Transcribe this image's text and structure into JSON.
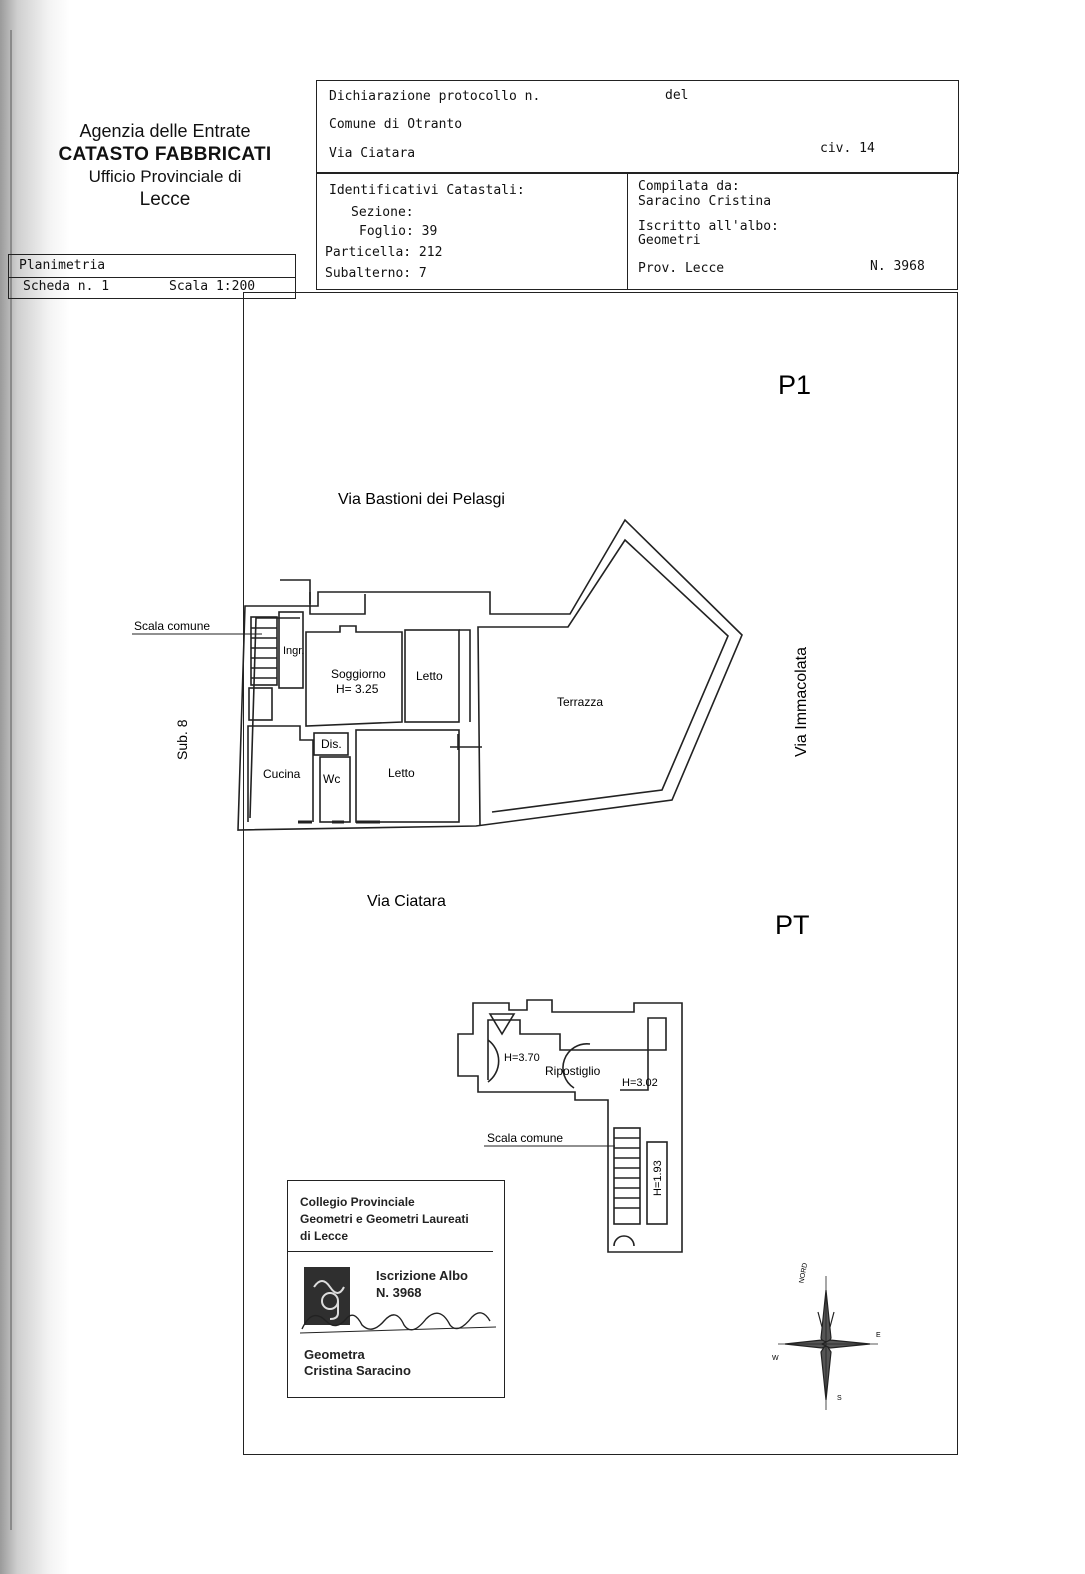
{
  "agency": {
    "line1": "Agenzia delle Entrate",
    "line2": "CATASTO FABBRICATI",
    "line3": "Ufficio Provinciale di",
    "line4": "Lecce"
  },
  "sheet": {
    "planimetria": "Planimetria",
    "scheda": "Scheda n. 1",
    "scala": "Scala 1:200"
  },
  "header": {
    "dichiarazione": "Dichiarazione protocollo n.",
    "del": "del",
    "comune": "Comune di Otranto",
    "via": "Via Ciatara",
    "civ": "civ. 14"
  },
  "identificativi": {
    "title": "Identificativi Catastali:",
    "sezione": "Sezione:",
    "foglio": "Foglio: 39",
    "particella": "Particella: 212",
    "subalterno": "Subalterno: 7"
  },
  "compilata": {
    "title": "Compilata da:",
    "name": "Saracino Cristina",
    "iscritto": "Iscritto all'albo:",
    "albo": "Geometri",
    "prov": "Prov. Lecce",
    "numero": "N. 3968"
  },
  "plan": {
    "p1": "P1",
    "pt": "PT",
    "street_top": "Via Bastioni dei Pelasgi",
    "street_bottom": "Via Ciatara",
    "street_right": "Via Immacolata",
    "sub": "Sub. 8",
    "scala_comune": "Scala comune",
    "ingr": "Ingr.",
    "soggiorno": "Soggiorno",
    "h_soggiorno": "H= 3.25",
    "letto": "Letto",
    "terrazza": "Terrazza",
    "dis": "Dis.",
    "cucina": "Cucina",
    "wc": "Wc",
    "letto2": "Letto",
    "h_370": "H=3.70",
    "ripostiglio": "Ripostiglio",
    "h_302": "H=3.02",
    "scala_comune2": "Scala comune",
    "h_193": "H=1.93"
  },
  "compass": {
    "n": "NORD",
    "e": "E",
    "w": "W",
    "s": "S"
  },
  "stamp": {
    "line1": "Collegio Provinciale",
    "line2": "Geometri e Geometri Laureati",
    "line3": "di Lecce",
    "iscrizione": "Iscrizione Albo",
    "numero": "N. 3968",
    "signature": "Cristina Saracino",
    "geometra": "Geometra",
    "nome": "Cristina Saracino"
  }
}
